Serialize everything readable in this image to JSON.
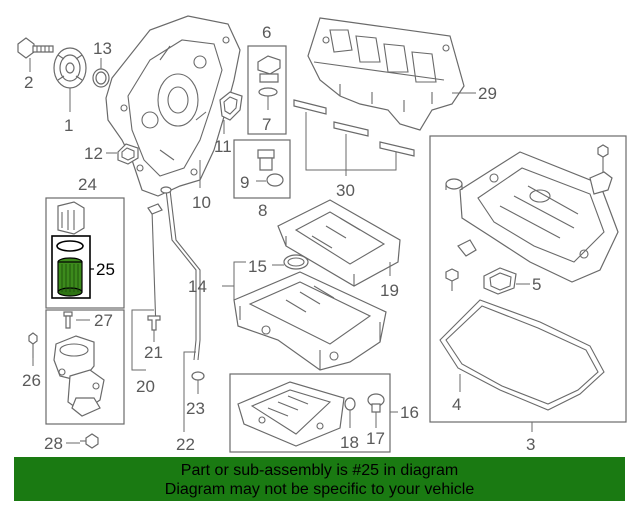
{
  "diagram": {
    "highlighted_part": "25",
    "labels": {
      "p1": "1",
      "p2": "2",
      "p3": "3",
      "p4": "4",
      "p5": "5",
      "p6": "6",
      "p7": "7",
      "p8": "8",
      "p9": "9",
      "p10": "10",
      "p11": "11",
      "p12": "12",
      "p13": "13",
      "p14": "14",
      "p15": "15",
      "p16": "16",
      "p17": "17",
      "p18": "18",
      "p19": "19",
      "p20": "20",
      "p21": "21",
      "p22": "22",
      "p23": "23",
      "p24": "24",
      "p25": "25",
      "p26": "26",
      "p27": "27",
      "p28": "28",
      "p29": "29",
      "p30": "30"
    }
  },
  "banner": {
    "line1": "Part or sub-assembly is #25 in diagram",
    "line2": "Diagram may not be specific to your vehicle",
    "color": "#1a7a12"
  }
}
